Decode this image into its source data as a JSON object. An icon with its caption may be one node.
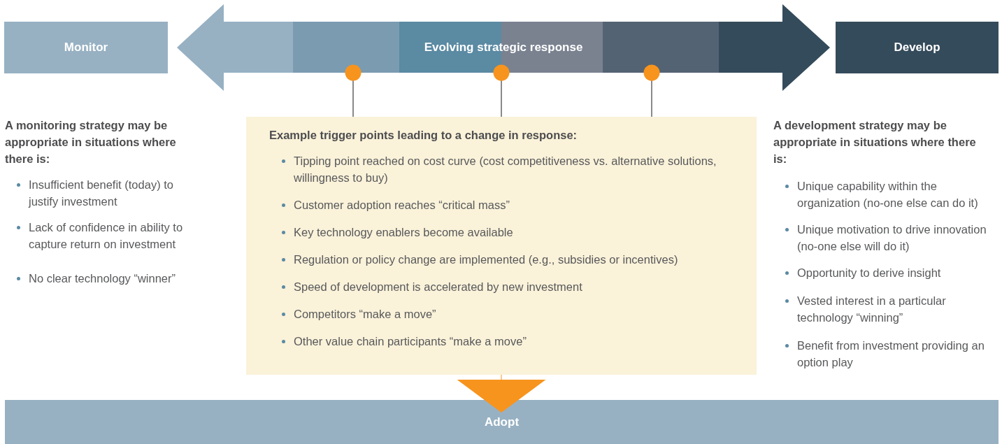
{
  "diagram": {
    "nodes": [
      {
        "text": [
          "Monitor"
        ]
      },
      {
        "text": [
          "Evolving strategic response"
        ]
      },
      {
        "text": [
          "Develop"
        ]
      },
      {
        "text": [
          "Example trigger points leading to a change in response:",
          "Tipping point reached on cost curve (cost competitiveness vs. alternative solutions, willingness to buy)",
          "Customer adoption reaches “critical mass”",
          "Key technology enablers become available",
          "Regulation or policy change are implemented (e.g., subsidies or incentives)",
          "Speed of development is accelerated by new investment",
          "Competitors “make a move”",
          "Other value chain participants “make a move”"
        ]
      },
      {
        "text": [
          "Adopt"
        ]
      }
    ],
    "edges": [
      {
        "from": 1,
        "to": 3,
        "arrow": "other"
      },
      {
        "from": 1,
        "to": 3,
        "arrow": "other"
      },
      {
        "from": 1,
        "to": 3,
        "arrow": "other"
      },
      {
        "from": 3,
        "to": 4,
        "arrow": "to",
        "color": "#f7941d"
      }
    ],
    "labels": [
      "A monitoring strategy may be appropriate in situations where there is:",
      "Insufficient benefit (today) to justify investment",
      "Lack of confidence in ability to capture  return on investment",
      "No clear technology “winner”",
      "A development strategy may be appropriate in situations where there is:",
      "Unique capability within the organization (no-one else can do it)",
      "Unique motivation to drive innovation (no-one else will do it)",
      "Opportunity to derive insight",
      "Vested interest in a particular technology “winning”",
      "Benefit from investment providing an option play"
    ]
  }
}
